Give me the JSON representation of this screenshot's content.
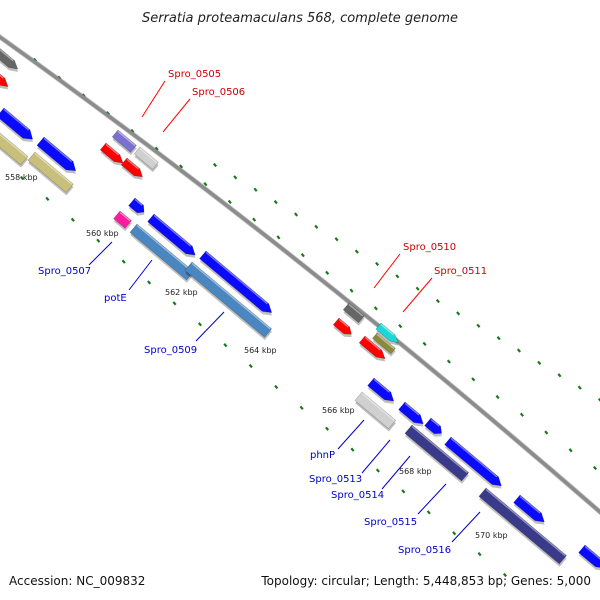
{
  "title": "Serratia proteamaculans 568, complete genome",
  "footer": {
    "accession": "Accession: NC_009832",
    "summary": "Topology: circular; Length: 5,448,853 bp; Genes: 5,000"
  },
  "scale_ticks": [
    {
      "label": "558 kbp"
    },
    {
      "label": "560 kbp"
    },
    {
      "label": "562 kbp"
    },
    {
      "label": "564 kbp"
    },
    {
      "label": "566 kbp"
    },
    {
      "label": "568 kbp"
    },
    {
      "label": "570 kbp"
    }
  ],
  "gene_labels_top": [
    {
      "label": "Spro_0505"
    },
    {
      "label": "Spro_0506"
    },
    {
      "label": "Spro_0510"
    },
    {
      "label": "Spro_0511"
    }
  ],
  "gene_labels_bottom": [
    {
      "label": "Spro_0507"
    },
    {
      "label": "potE"
    },
    {
      "label": "Spro_0509"
    },
    {
      "label": "phnP"
    },
    {
      "label": "Spro_0513"
    },
    {
      "label": "Spro_0514"
    },
    {
      "label": "Spro_0515"
    },
    {
      "label": "Spro_0516"
    }
  ],
  "colors": {
    "backbone": "#8c8c8c",
    "forward_cds": "#0a0aff",
    "reverse_cds": "#ff0000",
    "gene_dark_grey": "#666666",
    "gene_light_grey": "#d0d0d0",
    "gene_lavender": "#7b6fd0",
    "gene_magenta": "#ff1aa0",
    "gene_cyan": "#1ad8d8",
    "gene_olive": "#8a8a3a",
    "gene_steel": "#4a86c0",
    "gene_khaki": "#c8c07a",
    "gene_navy": "#3a3a8a",
    "ticks": "#1a7a1a"
  }
}
